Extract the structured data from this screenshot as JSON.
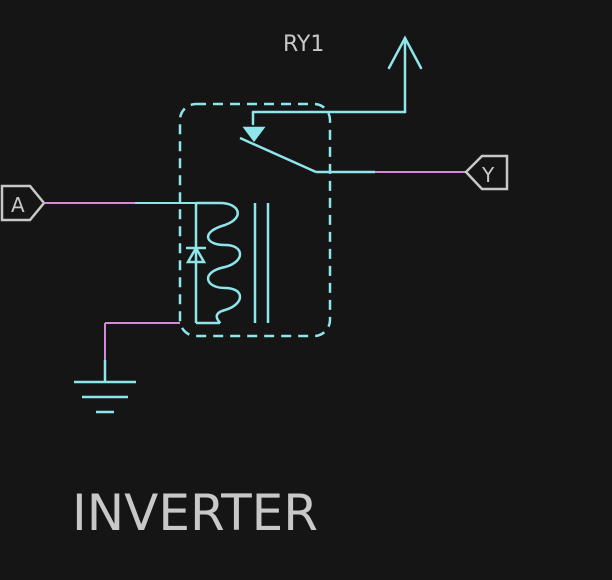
{
  "schematic": {
    "component_ref": "RY1",
    "input_port": "A",
    "output_port": "Y",
    "caption": "INVERTER"
  },
  "colors": {
    "background": "#151515",
    "component": "#8ee6ea",
    "wire": "#d58ad8",
    "text": "#c8c8c8",
    "port_outline": "#c8c8c8"
  },
  "icons": {
    "power": "power-arrow-icon",
    "ground": "ground-icon",
    "relay": "relay-coil-icon",
    "diode": "flyback-diode-icon"
  }
}
